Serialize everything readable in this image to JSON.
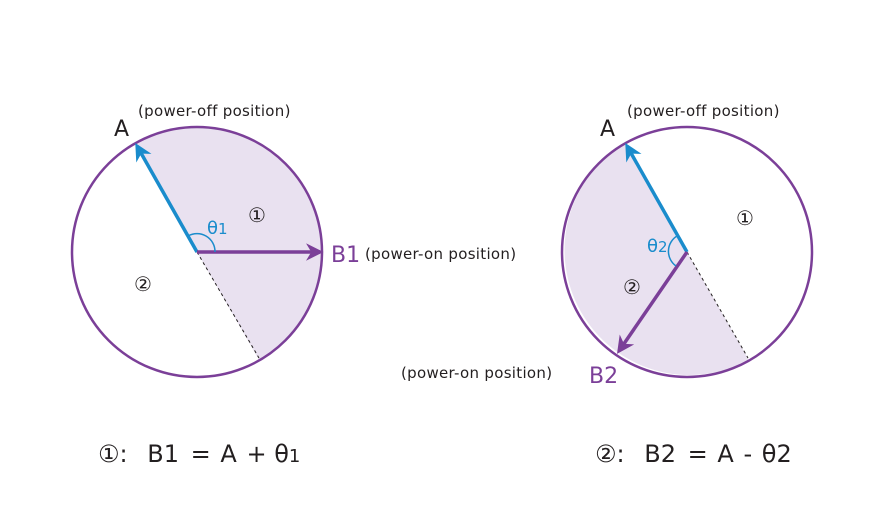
{
  "colors": {
    "circle_stroke": "#7b3f98",
    "sector_fill": "#e9e1f0",
    "arrow_A": "#1a8ccc",
    "arrow_B": "#7b3f98",
    "text": "#231f20",
    "theta": "#1a8ccc"
  },
  "left_diagram": {
    "point_A_label": "A",
    "point_A_note": "(power-off position)",
    "point_B_label": "B1",
    "point_B_note": "(power-on position)",
    "angle_label": "θ",
    "angle_sub": "1",
    "region_1_label": "①",
    "region_2_label": "②",
    "shaded_region": "①"
  },
  "right_diagram": {
    "point_A_label": "A",
    "point_A_note": "(power-off position)",
    "point_B_label": "B2",
    "point_B_note": "(power-on position)",
    "angle_label": "θ",
    "angle_sub": "2",
    "region_1_label": "①",
    "region_2_label": "②",
    "shaded_region": "②"
  },
  "formulas": [
    {
      "marker": "①:",
      "lhs": "B1",
      "eq": "=",
      "a": "A",
      "op": "+",
      "theta": "θ",
      "sub": "1"
    },
    {
      "marker": "②:",
      "lhs": "B2",
      "eq": "=",
      "a": "A",
      "op": "-",
      "theta": "θ",
      "sub": "2"
    }
  ]
}
